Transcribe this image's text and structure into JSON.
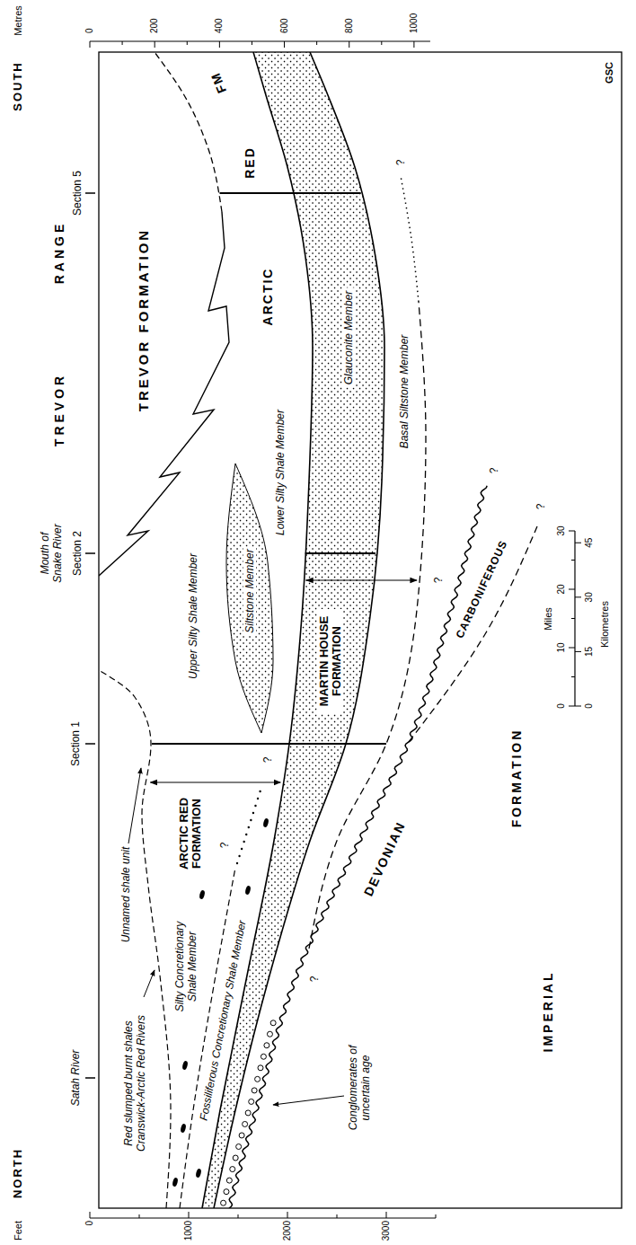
{
  "diagram": {
    "labels": [
      "NORTH",
      "SOUTH",
      "Feet",
      "0",
      "1000",
      "2000",
      "3000",
      "Metres",
      "0",
      "200",
      "400",
      "600",
      "800",
      "1000",
      "Satah River",
      "Section 1",
      "Mouth of Snake River",
      "Section 2",
      "TREVOR",
      "RANGE",
      "Section 5",
      "Red slumped burnt shales Cranswick-Arctic Red Rivers",
      "Unnamed shale unit",
      "Silty Concretionary Shale Member",
      "ARCTIC RED FORMATION",
      "Fossiliferous Concretionary Shale Member",
      "Upper Silty Shale Member",
      "Siltstone Member",
      "Lower Silty Shale Member",
      "TREVOR FORMATION",
      "ARCTIC",
      "RED",
      "FM",
      "MARTIN HOUSE FORMATION",
      "Glauconite Member",
      "Basal Siltstone Member",
      "CARBONIFEROUS",
      "DEVONIAN",
      "IMPERIAL",
      "FORMATION",
      "Conglomerates of uncertain age",
      "Miles",
      "0",
      "10",
      "20",
      "30",
      "Kilometres",
      "0",
      "15",
      "30",
      "45",
      "GSC",
      "?",
      "?",
      "?",
      "?",
      "?",
      "?",
      "?"
    ]
  }
}
